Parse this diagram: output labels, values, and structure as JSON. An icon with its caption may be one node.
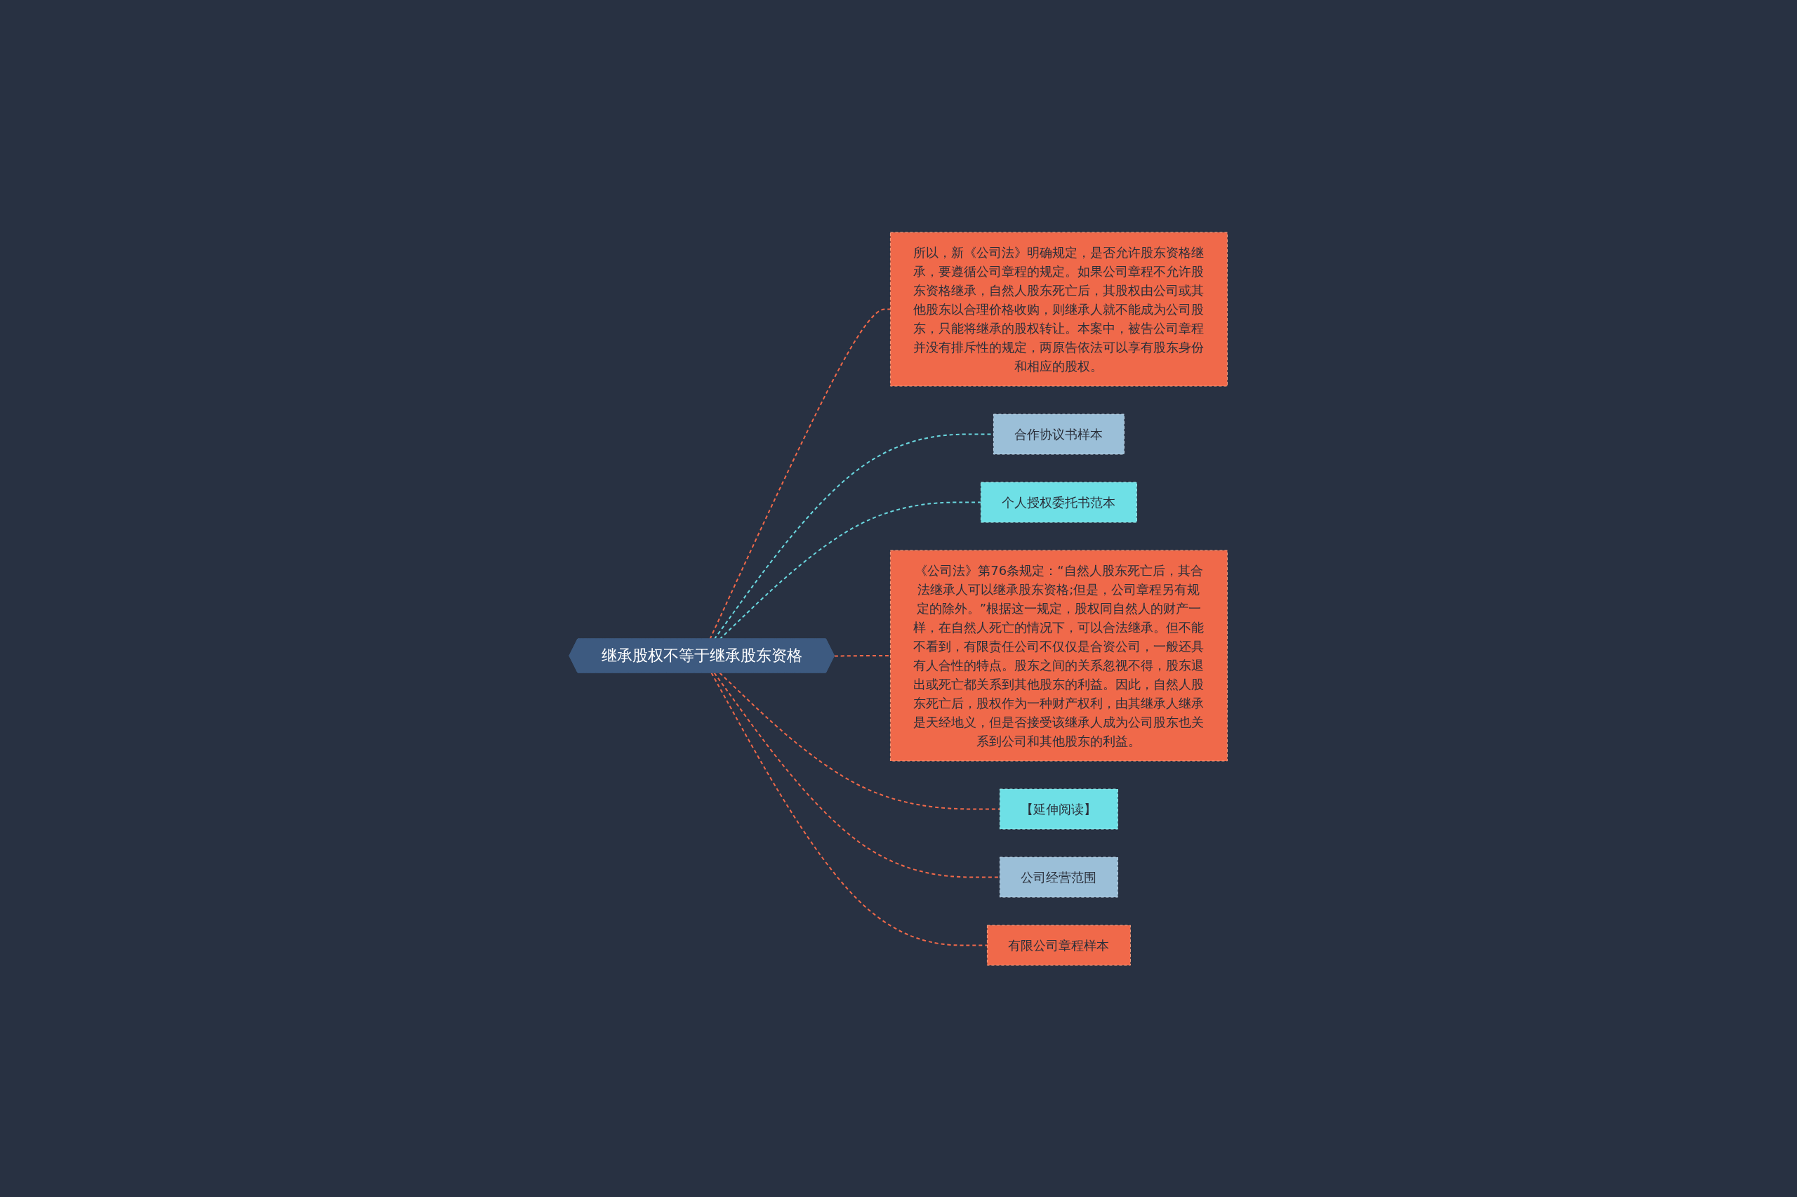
{
  "diagram": {
    "nodes": [
      {
        "text": [
          "继承股权不等于继承股东资格"
        ]
      },
      {
        "text": [
          "所以，新《公司法》明确规定，是否允许股东资格继承，要遵循公司章程的规定。如果公司章程不允许股东资格继承，自然人股东死亡后，其股权由公司或其他股东以合理价格收购，则继承人就不能成为公司股东，只能将继承的股权转让。本案中，被告公司章程并没有排斥性的规定，两原告依法可以享有股东身份和相应的股权。"
        ]
      },
      {
        "text": [
          "合作协议书样本"
        ]
      },
      {
        "text": [
          "个人授权委托书范本"
        ]
      },
      {
        "text": [
          "《公司法》第76条规定：“自然人股东死亡后，其合法继承人可以继承股东资格;但是，公司章程另有规定的除外。”根据这一规定，股权同自然人的财产一样，在自然人死亡的情况下，可以合法继承。但不能不看到，有限责任公司不仅仅是合资公司，一般还具有人合性的特点。股东之间的关系忽视不得，股东退出或死亡都关系到其他股东的利益。因此，自然人股东死亡后，股权作为一种财产权利，由其继承人继承是天经地义，但是否接受该继承人成为公司股东也关系到公司和其他股东的利益。"
        ]
      },
      {
        "text": [
          "【延伸阅读】"
        ]
      },
      {
        "text": [
          "公司经营范围"
        ]
      },
      {
        "text": [
          "有限公司章程样本"
        ]
      }
    ],
    "edges": [
      {
        "from": 0,
        "to": 1,
        "arrow": "none",
        "style": "dashed"
      },
      {
        "from": 0,
        "to": 2,
        "arrow": "none",
        "style": "dashed",
        "color": "#6ad8e0"
      },
      {
        "from": 0,
        "to": 3,
        "arrow": "none",
        "style": "dashed",
        "color": "#6ad8e0"
      },
      {
        "from": 0,
        "to": 4,
        "arrow": "none",
        "style": "dashed"
      },
      {
        "from": 0,
        "to": 5,
        "arrow": "none",
        "style": "dashed"
      },
      {
        "from": 0,
        "to": 6,
        "arrow": "none",
        "style": "dashed"
      },
      {
        "from": 0,
        "to": 7,
        "arrow": "none",
        "style": "dashed"
      }
    ]
  }
}
